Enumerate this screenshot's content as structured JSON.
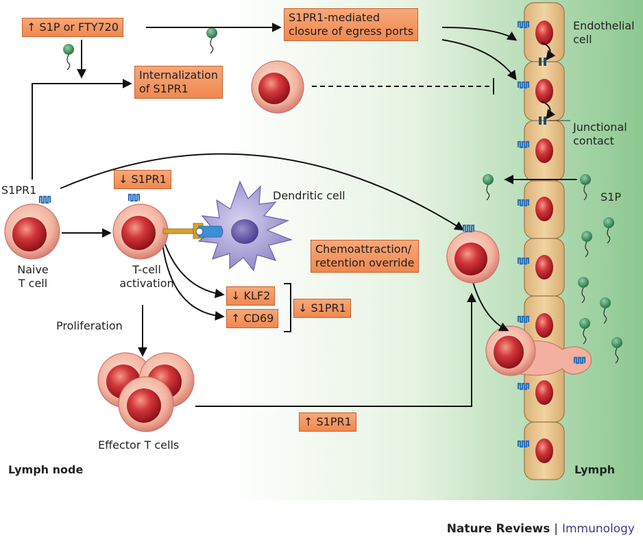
{
  "labels": {
    "s1pr1_receptor": "S1PR1",
    "naive_t_cell": [
      "Naive",
      "T cell"
    ],
    "t_cell_activation": [
      "T-cell",
      "activation"
    ],
    "dendritic_cell": "Dendritic cell",
    "proliferation": "Proliferation",
    "effector_t_cells": "Effector T cells",
    "lymph_node": "Lymph node",
    "lymph": "Lymph",
    "endothelial_cell": [
      "Endothelial",
      "cell"
    ],
    "junctional_contact": [
      "Junctional",
      "contact"
    ],
    "s1p": "S1P"
  },
  "boxes": {
    "s1p_fty720": "↑ S1P or FTY720",
    "closure": [
      "S1PR1-mediated",
      "closure of egress ports"
    ],
    "internalization": [
      "Internalization",
      "of S1PR1"
    ],
    "down_s1pr1_top": "↓ S1PR1",
    "down_klf2": "↓ KLF2",
    "up_cd69": "↑ CD69",
    "down_s1pr1_right": "↓ S1PR1",
    "chemoattraction": [
      "Chemoattraction/",
      "retention override"
    ],
    "up_s1pr1": "↑ S1PR1"
  },
  "footer": {
    "publisher": "Nature Reviews",
    "separator": "|",
    "journal": "Immunology"
  },
  "colors": {
    "box_fill": "#f49a64",
    "cell_red": "#c0282e",
    "endothelial": "#e9c58f",
    "receptor_blue": "#2b6fb5",
    "s1p_green": "#3a8c5c",
    "dendritic_purple": "#9a92cf",
    "lymph_green": "#8cc890"
  }
}
